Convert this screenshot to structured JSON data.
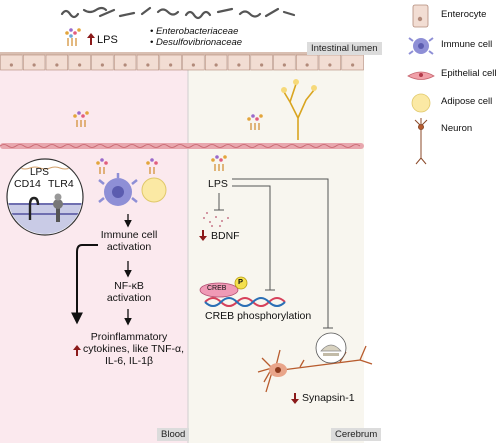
{
  "regions": {
    "intestinal_lumen": "Intestinal lumen",
    "blood": "Blood",
    "cerebrum": "Cerebrum"
  },
  "lumen": {
    "lps_label": "LPS",
    "bacteria": [
      "Enterobacteriaceae",
      "Desulfovibrionaceae"
    ]
  },
  "legend": {
    "items": [
      {
        "label": "Enterocyte",
        "icon": "enterocyte-icon"
      },
      {
        "label": "Immune cell",
        "icon": "immune-cell-icon"
      },
      {
        "label": "Epithelial cell",
        "icon": "epithelial-cell-icon"
      },
      {
        "label": "Adipose cell",
        "icon": "adipose-cell-icon"
      },
      {
        "label": "Neuron",
        "icon": "neuron-icon"
      }
    ]
  },
  "blood_panel": {
    "receptor_lps": "LPS",
    "cd14": "CD14",
    "tlr4": "TLR4",
    "immune_activation": [
      "Immune cell",
      "activation"
    ],
    "nfkb_activation": [
      "NF-κB",
      "activation"
    ],
    "cytokines": [
      "Proinflammatory",
      "cytokines, like TNF-α,",
      "IL-6, IL-1β"
    ]
  },
  "brain_panel": {
    "lps": "LPS",
    "bdnf": "BDNF",
    "creb": "CREB",
    "phospho": "P",
    "creb_phosphorylation": "CREB phosphorylation",
    "synapsin": "Synapsin-1"
  },
  "colors": {
    "blood_bg": "#fbe9ee",
    "brain_bg": "#f8f6ef",
    "lumen_bg": "#ffffff",
    "membrane": "#e8a7ae",
    "down_arrow": "#8b1a1a",
    "immune": "#8e8fd6",
    "adipose": "#fbe9a4",
    "creb": "#f09ab6"
  }
}
